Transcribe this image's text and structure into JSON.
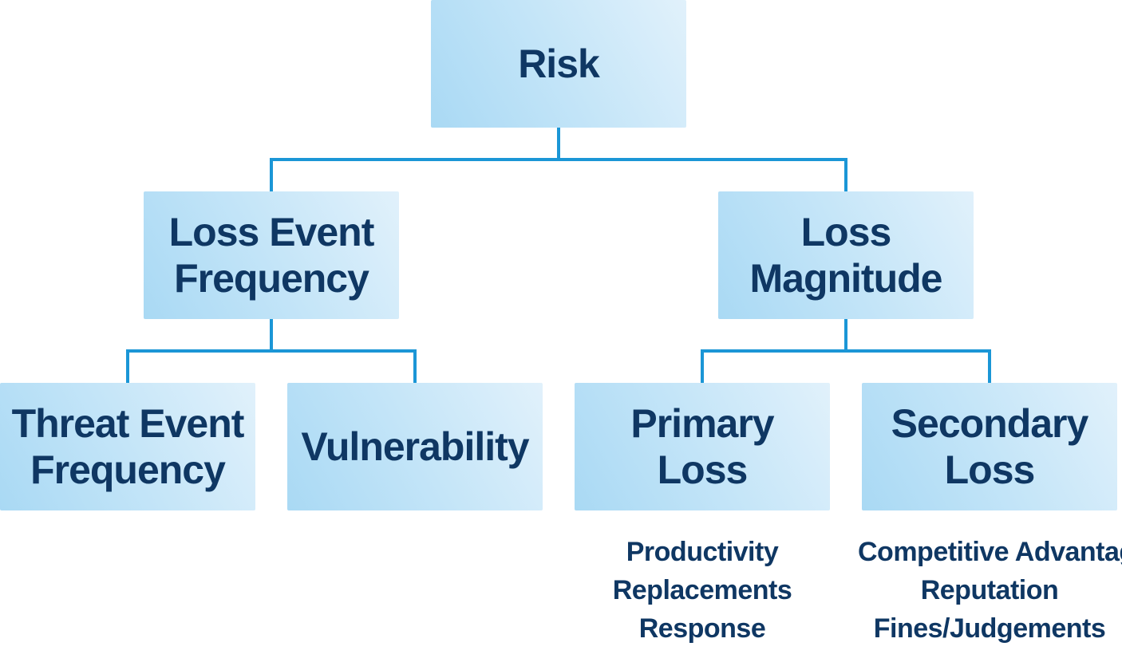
{
  "diagram": {
    "root": {
      "lines": [
        "Risk"
      ]
    },
    "level2": [
      {
        "lines": [
          "Loss Event",
          "Frequency"
        ]
      },
      {
        "lines": [
          "Loss",
          "Magnitude"
        ]
      }
    ],
    "level3": [
      {
        "lines": [
          "Threat Event",
          "Frequency"
        ]
      },
      {
        "lines": [
          "Vulnerability"
        ]
      },
      {
        "lines": [
          "Primary",
          "Loss"
        ]
      },
      {
        "lines": [
          "Secondary",
          "Loss"
        ]
      }
    ],
    "primary_loss_items": [
      "Productivity",
      "Replacements",
      "Response"
    ],
    "secondary_loss_items": [
      "Competitive Advantage",
      "Reputation",
      "Fines/Judgements"
    ]
  },
  "colors": {
    "connector": "#1b96d6",
    "text": "#0f3763",
    "box_gradient_start": "#a9d9f4",
    "box_gradient_end": "#e1f1fb"
  }
}
